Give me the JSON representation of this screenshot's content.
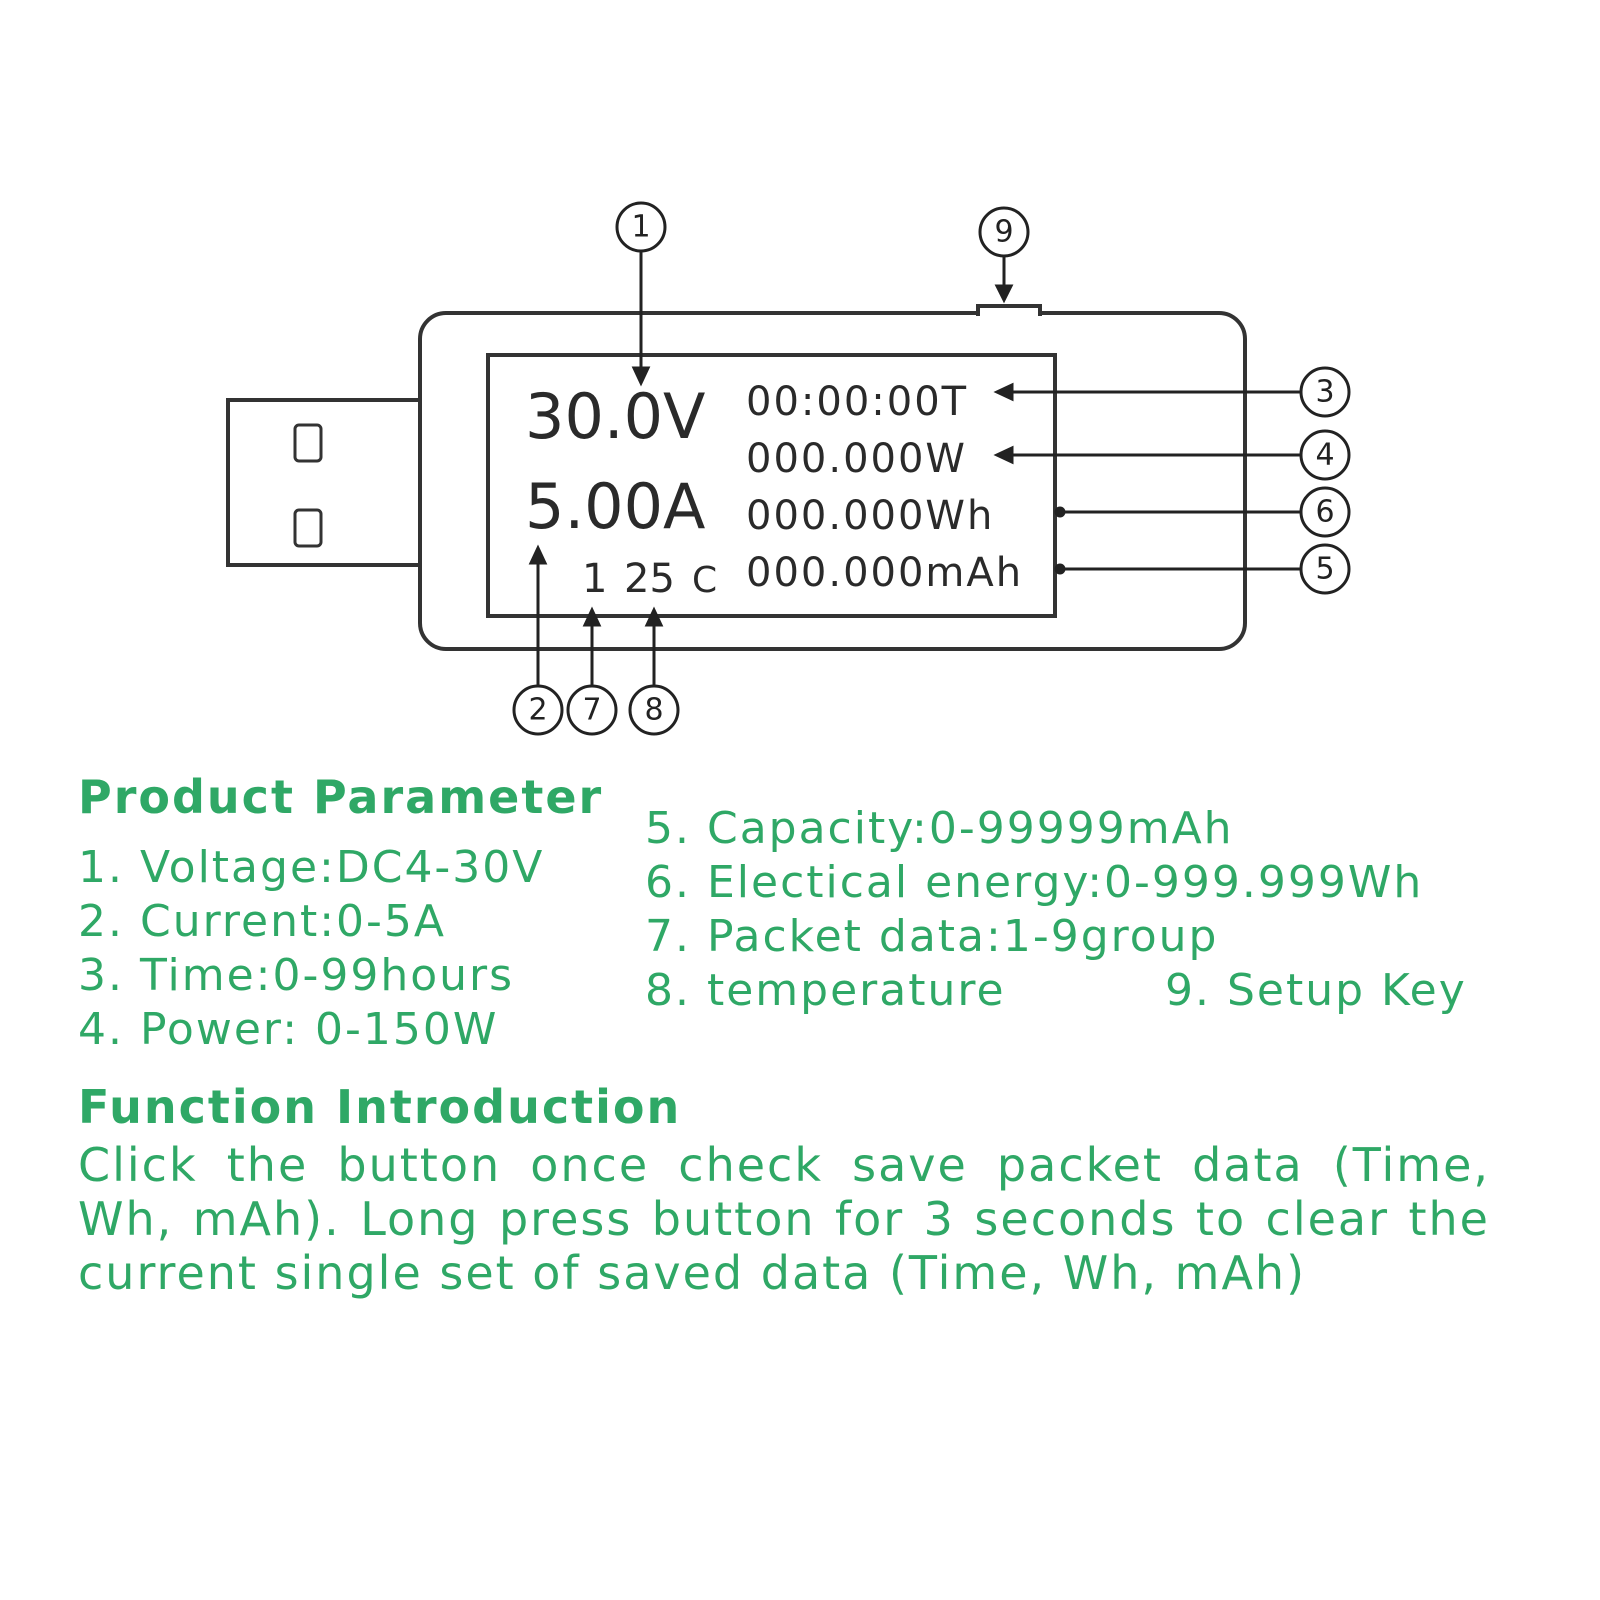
{
  "display": {
    "voltage": "30.0V",
    "current": "5.00A",
    "time": "00:00:00T",
    "power": "000.000W",
    "energy": "000.000Wh",
    "capacity": "000.000mAh",
    "group": "1",
    "temperature": "25",
    "temp_unit": "C"
  },
  "callouts": {
    "c1": "1",
    "c2": "2",
    "c3": "3",
    "c4": "4",
    "c5": "5",
    "c6": "6",
    "c7": "7",
    "c8": "8",
    "c9": "9"
  },
  "product_parameter": {
    "heading": "Product Parameter",
    "items": [
      "1. Voltage:DC4-30V",
      "2. Current:0-5A",
      "3. Time:0-99hours",
      "4. Power: 0-150W",
      "5. Capacity:0-99999mAh",
      "6. Electical energy:0-999.999Wh",
      "7. Packet data:1-9group",
      "8. temperature",
      "9. Setup Key"
    ]
  },
  "function_introduction": {
    "heading": "Function Introduction",
    "text": "Click the button once check save packet data (Time, Wh, mAh). Long press button for 3 seconds to clear the current single set of saved data (Time, Wh, mAh)"
  },
  "colors": {
    "text_green": "#2fa866",
    "outline": "#333333"
  }
}
